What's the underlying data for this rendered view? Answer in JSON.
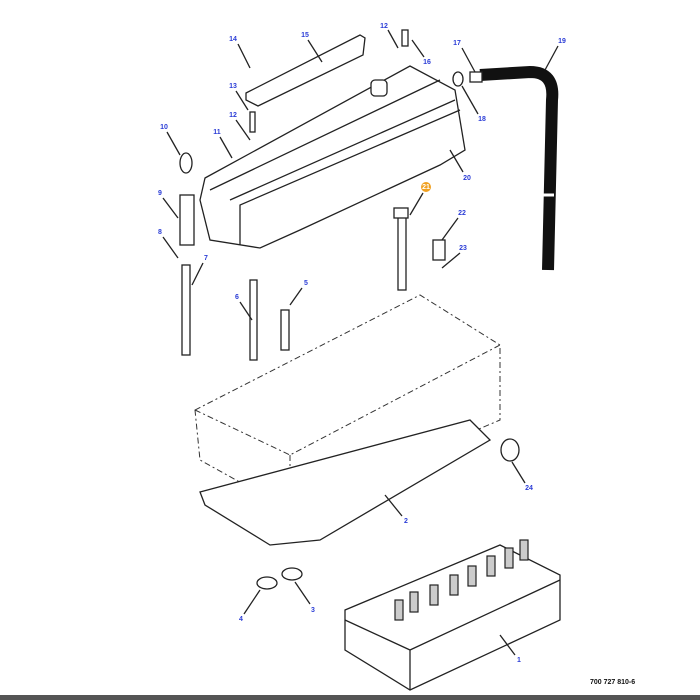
{
  "diagram": {
    "drawing_code": "700 727 810-6",
    "callouts": [
      "14",
      "15",
      "12",
      "16",
      "17",
      "19",
      "18",
      "13",
      "12",
      "10",
      "11",
      "20",
      "21",
      "9",
      "22",
      "8",
      "23",
      "7",
      "5",
      "6",
      "24",
      "2",
      "4",
      "3",
      "1"
    ],
    "highlight_color": "#f0a020",
    "callout_color": "#2a3cd6"
  }
}
